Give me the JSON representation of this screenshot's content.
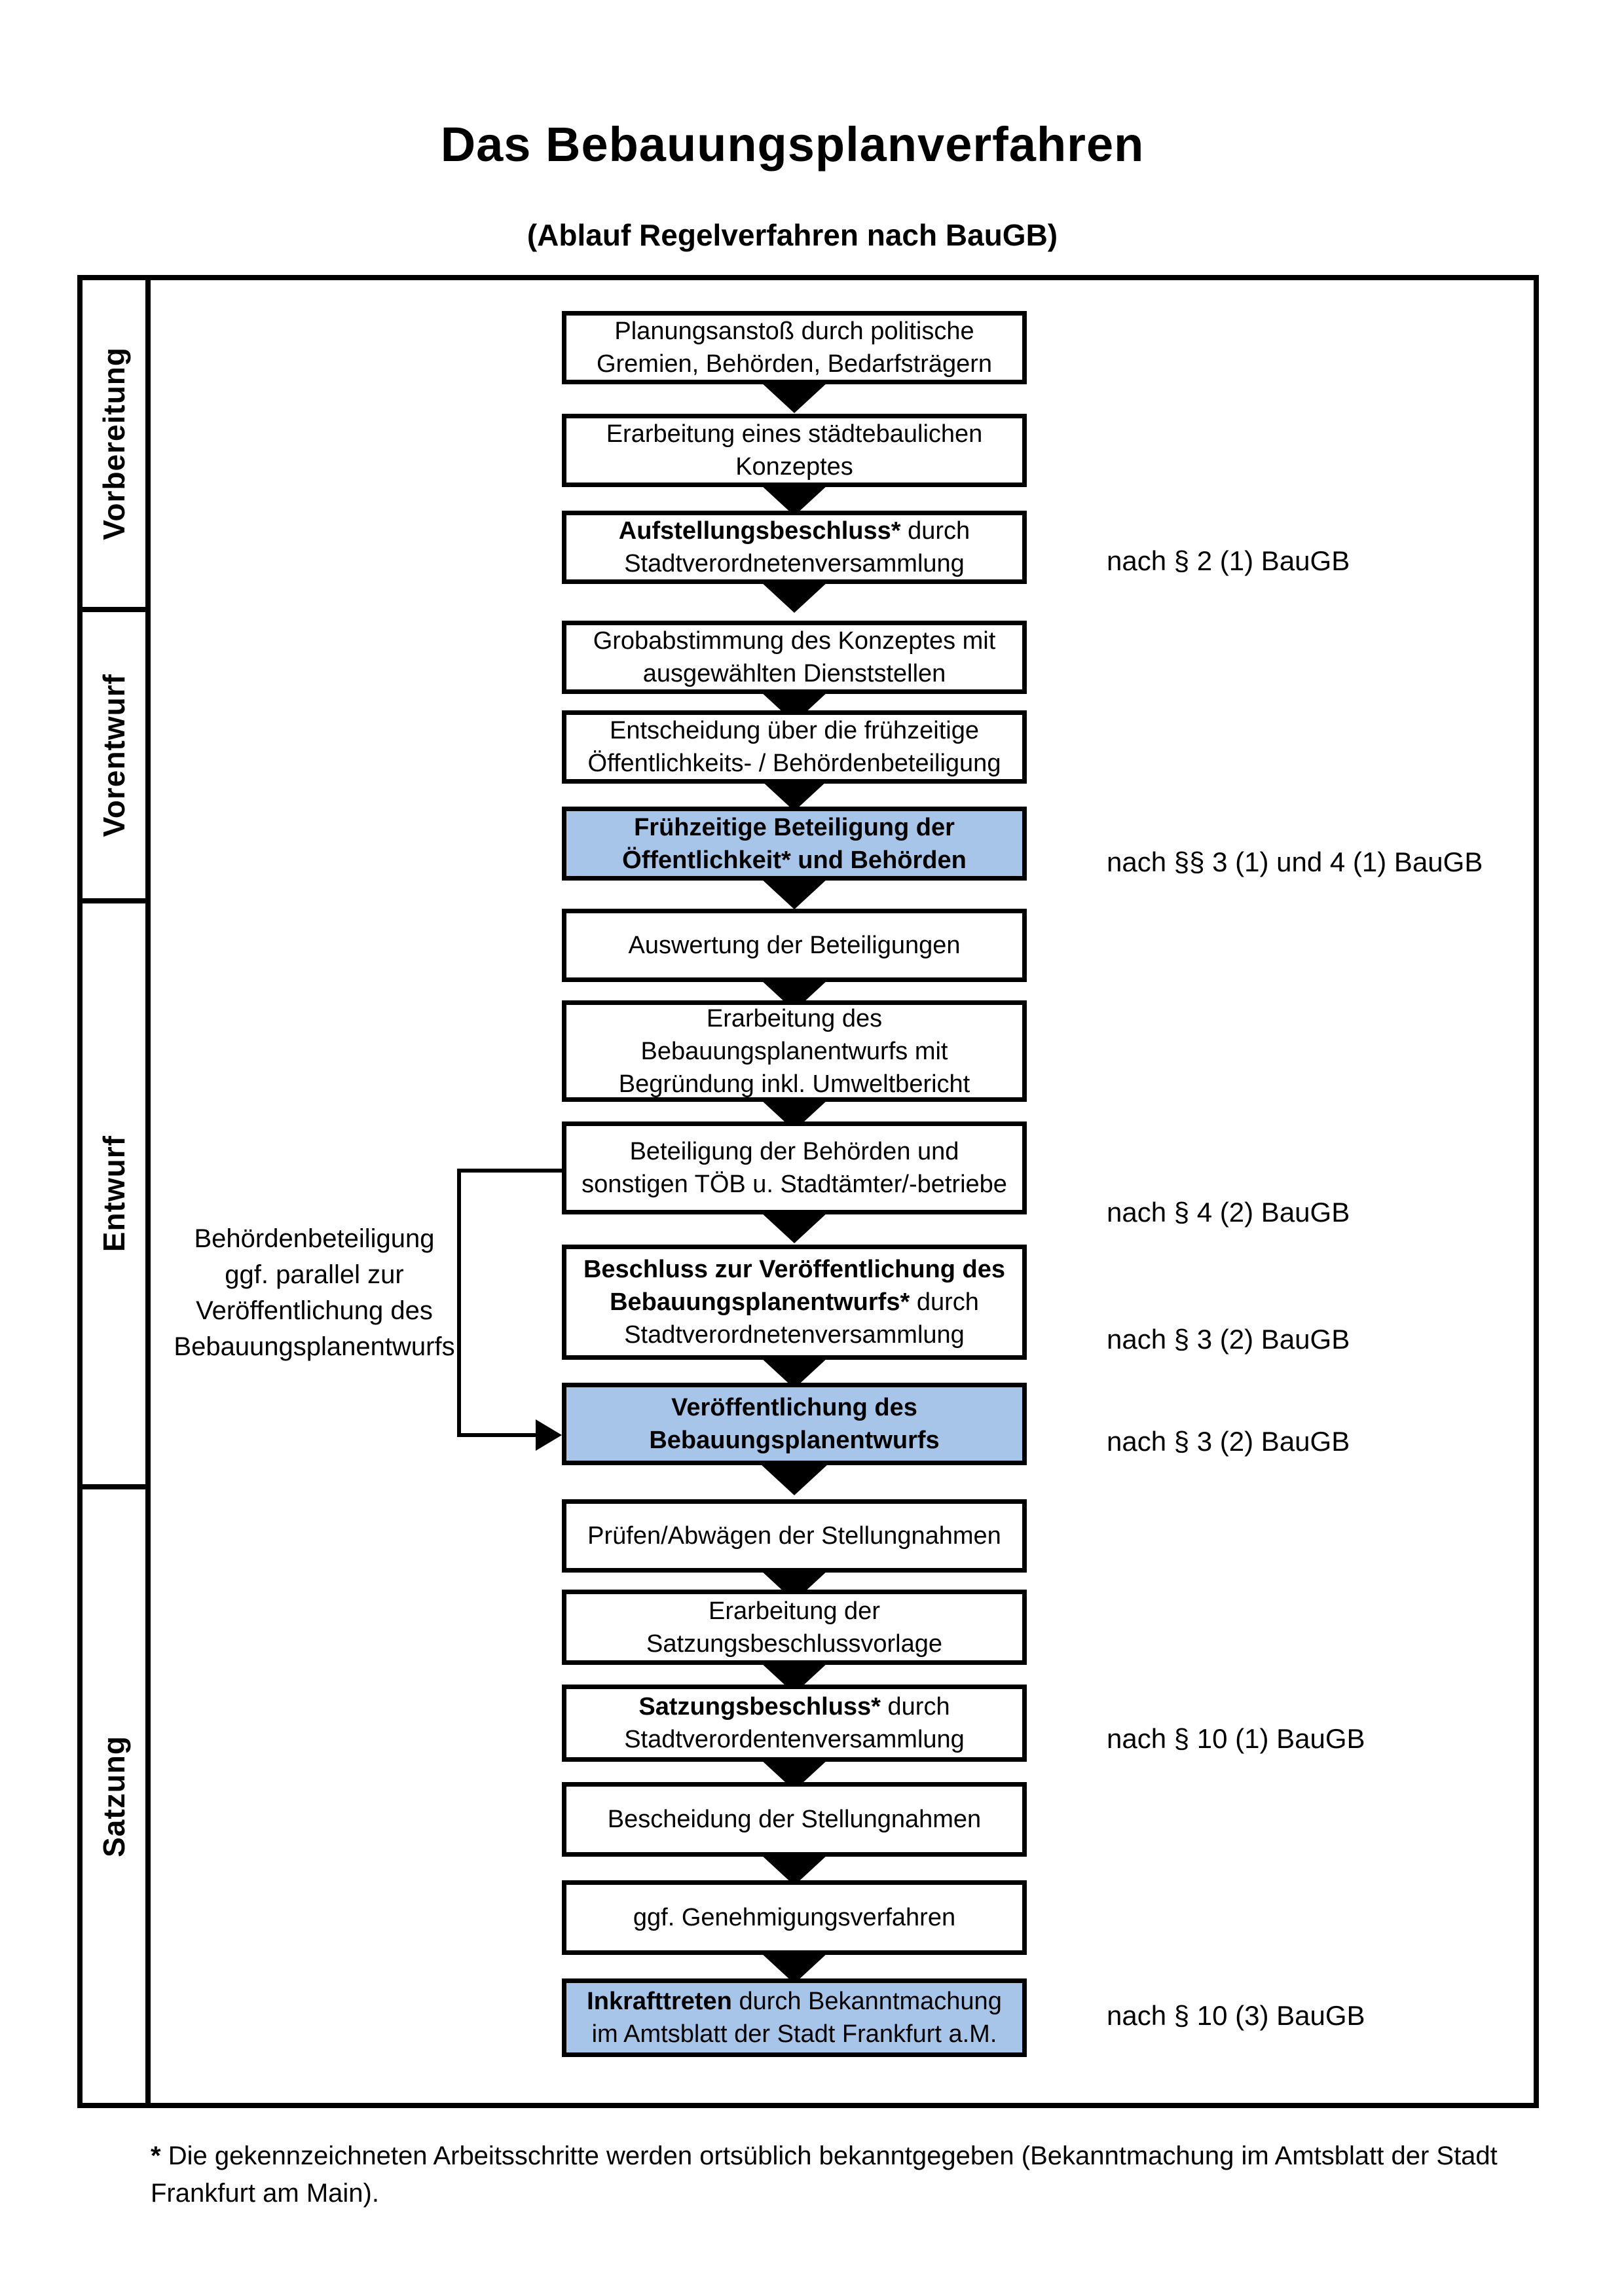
{
  "title": "Das Bebauungsplanverfahren",
  "subtitle": "(Ablauf Regelverfahren nach BauGB)",
  "phases": [
    {
      "label": "Vorbereitung"
    },
    {
      "label": "Vorentwurf"
    },
    {
      "label": "Entwurf"
    },
    {
      "label": "Satzung"
    }
  ],
  "flow": {
    "boxes": [
      {
        "highlight": false,
        "lines": [
          {
            "r": "Planungsanstoß durch politische"
          },
          {
            "r": "Gremien, Behörden, Bedarfsträgern"
          }
        ]
      },
      {
        "highlight": false,
        "lines": [
          {
            "r": "Erarbeitung eines städtebaulichen"
          },
          {
            "r": "Konzeptes"
          }
        ]
      },
      {
        "highlight": false,
        "lines": [
          {
            "b": "Aufstellungsbeschluss*",
            "r": " durch"
          },
          {
            "r": "Stadtverordnetenversammlung"
          }
        ]
      },
      {
        "highlight": false,
        "lines": [
          {
            "r": "Grobabstimmung des Konzeptes mit"
          },
          {
            "r": "ausgewählten Dienststellen"
          }
        ]
      },
      {
        "highlight": false,
        "lines": [
          {
            "r": "Entscheidung über die frühzeitige"
          },
          {
            "r": "Öffentlichkeits- / Behördenbeteiligung"
          }
        ]
      },
      {
        "highlight": true,
        "lines": [
          {
            "b": "Frühzeitige Beteiligung der"
          },
          {
            "b": "Öffentlichkeit* und Behörden"
          }
        ]
      },
      {
        "highlight": false,
        "lines": [
          {
            "r": "Auswertung der Beteiligungen"
          }
        ]
      },
      {
        "highlight": false,
        "lines": [
          {
            "r": "Erarbeitung des"
          },
          {
            "r": "Bebauungsplanentwurfs mit"
          },
          {
            "r": "Begründung inkl. Umweltbericht"
          }
        ]
      },
      {
        "highlight": false,
        "lines": [
          {
            "r": "Beteiligung der Behörden und"
          },
          {
            "r": "sonstigen TÖB u. Stadtämter/-betriebe"
          }
        ]
      },
      {
        "highlight": false,
        "lines": [
          {
            "b": "Beschluss zur Veröffentlichung des"
          },
          {
            "b": "Bebauungsplanentwurfs*",
            "r": " durch"
          },
          {
            "r": "Stadtverordnetenversammlung"
          }
        ]
      },
      {
        "highlight": true,
        "lines": [
          {
            "b": "Veröffentlichung des"
          },
          {
            "b": "Bebauungsplanentwurfs"
          }
        ]
      },
      {
        "highlight": false,
        "lines": [
          {
            "r": "Prüfen/Abwägen der Stellungnahmen"
          }
        ]
      },
      {
        "highlight": false,
        "lines": [
          {
            "r": "Erarbeitung der"
          },
          {
            "r": "Satzungsbeschlussvorlage"
          }
        ]
      },
      {
        "highlight": false,
        "lines": [
          {
            "b": "Satzungsbeschluss*",
            "r": " durch"
          },
          {
            "r": "Stadtverordentenversammlung"
          }
        ]
      },
      {
        "highlight": false,
        "lines": [
          {
            "r": "Bescheidung der Stellungnahmen"
          }
        ]
      },
      {
        "highlight": false,
        "lines": [
          {
            "r": "ggf. Genehmigungsverfahren"
          }
        ]
      },
      {
        "highlight": true,
        "lines": [
          {
            "b": "Inkrafttreten",
            "r": " durch Bekanntmachung"
          },
          {
            "r": "im Amtsblatt der Stadt Frankfurt a.M."
          }
        ]
      }
    ]
  },
  "references": [
    {
      "text": "nach § 2 (1) BauGB"
    },
    {
      "text": "nach §§ 3 (1) und 4 (1) BauGB"
    },
    {
      "text": "nach § 4 (2) BauGB"
    },
    {
      "text": "nach § 3 (2) BauGB"
    },
    {
      "text": "nach § 3 (2) BauGB"
    },
    {
      "text": "nach § 10 (1) BauGB"
    },
    {
      "text": "nach § 10 (3) BauGB"
    }
  ],
  "annotation": {
    "text": "Behördenbeteiligung\nggf. parallel zur\nVeröffentlichung des\nBebauungsplanentwurfs"
  },
  "footnote": {
    "marker": "*",
    "text": " Die gekennzeichneten Arbeitsschritte werden ortsüblich bekanntgegeben (Bekanntmachung im Amtsblatt  der Stadt\nFrankfurt am Main)."
  },
  "colors": {
    "highlight_blue": "#a6c5e8",
    "section_vorbereitung": "#f0f0ef",
    "section_vorentwurf": "#e5e5e4",
    "section_entwurf": "#d6d6d5",
    "section_satzung": "#b9b9b8",
    "line_black": "#000000"
  }
}
